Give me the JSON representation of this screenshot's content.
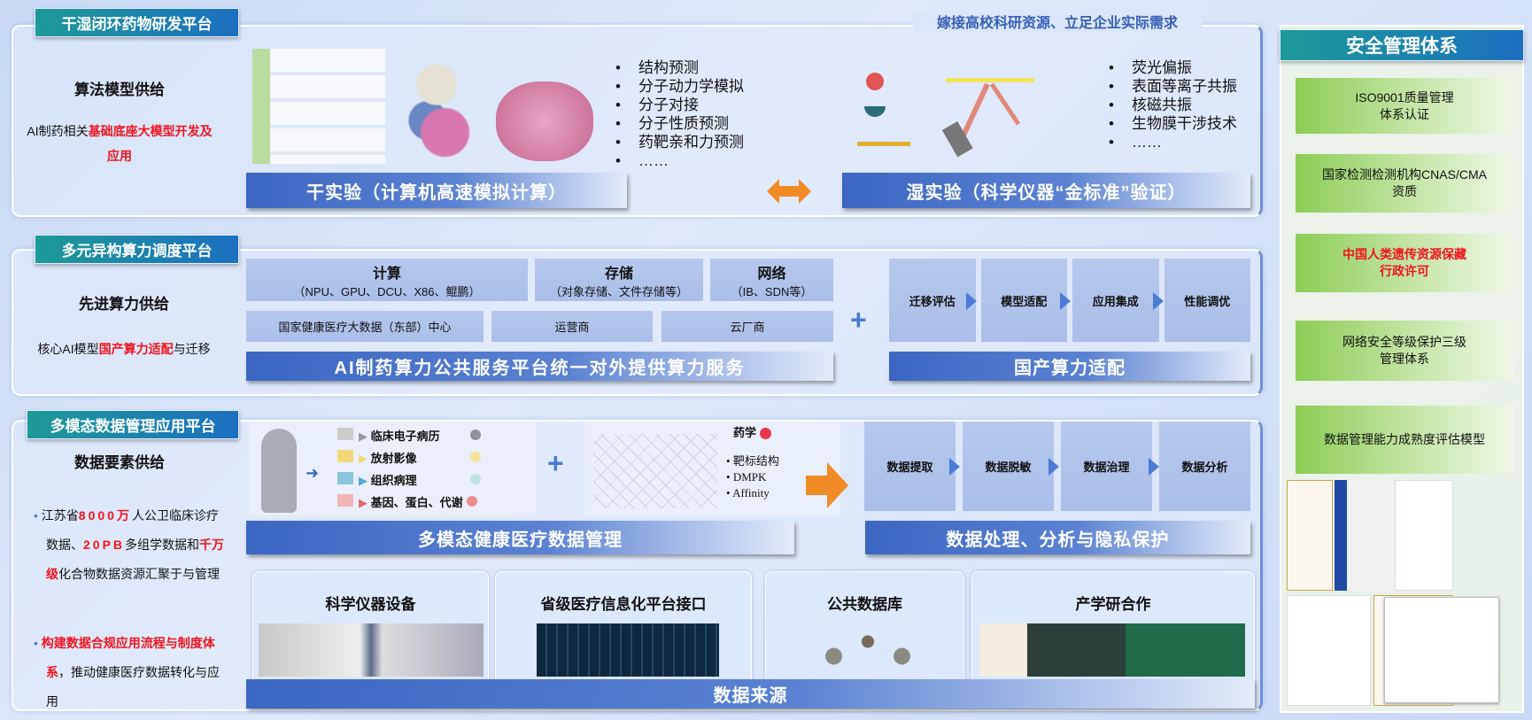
{
  "subtitle": "嫁接高校科研资源、立足企业实际需求",
  "section1": {
    "tab": "干湿闭环药物研发平台",
    "heading": "算法模型供给",
    "desc_prefix": "AI制药相关",
    "desc_highlight": "基础底座大模型开发及应用",
    "dry_bullets": [
      "结构预测",
      "分子动力学模拟",
      "分子对接",
      "分子性质预测",
      "药靶亲和力预测",
      "……"
    ],
    "dry_bar": "干实验（计算机高速模拟计算）",
    "wet_bullets": [
      "荧光偏振",
      "表面等离子共振",
      "核磁共振",
      "生物膜干涉技术",
      "……"
    ],
    "wet_bar": "湿实验（科学仪器“金标准”验证）"
  },
  "section2": {
    "tab": "多元异构算力调度平台",
    "heading": "先进算力供给",
    "desc_prefix": "核心AI模型",
    "desc_highlight": "国产算力适配",
    "desc_suffix": "与迁移",
    "resources": [
      {
        "title": "计算",
        "sub": "（NPU、GPU、DCU、X86、鲲鹏）"
      },
      {
        "title": "存储",
        "sub": "（对象存储、文件存储等）"
      },
      {
        "title": "网络",
        "sub": "（IB、SDN等）"
      }
    ],
    "providers": [
      "国家健康医疗大数据（东部）中心",
      "运营商",
      "云厂商"
    ],
    "left_bar": "AI制药算力公共服务平台统一对外提供算力服务",
    "steps": [
      "迁移评估",
      "模型适配",
      "应用集成",
      "性能调优"
    ],
    "right_bar": "国产算力适配"
  },
  "section3": {
    "tab": "多模态数据管理应用平台",
    "heading": "数据要素供给",
    "bullet1": {
      "p1": "江苏省",
      "h1": "8000万",
      "p2": "人公卫临床诊疗数据、",
      "h2": "20PB",
      "p3": "多组学数据和",
      "h3": "千万级",
      "p4": "化合物数据资源汇聚于与管理"
    },
    "bullet2": {
      "h1": "构建数据合规应用流程与制度体系",
      "p1": "，推动健康医疗数据转化与应用"
    },
    "modalities": [
      "临床电子病历",
      "放射影像",
      "组织病理",
      "基因、蛋白、代谢"
    ],
    "pharma_title": "药学",
    "pharma_items": [
      "靶标结构",
      "DMPK",
      "Affinity"
    ],
    "left_bar": "多模态健康医疗数据管理",
    "steps": [
      "数据提取",
      "数据脱敏",
      "数据治理",
      "数据分析"
    ],
    "right_bar": "数据处理、分析与隐私保护",
    "sources": [
      "科学仪器设备",
      "省级医疗信息化平台接口",
      "公共数据库",
      "产学研合作"
    ],
    "source_bar": "数据来源"
  },
  "security": {
    "title": "安全管理体系",
    "items": [
      {
        "l1": "ISO9001质量管理",
        "l2": "体系认证",
        "red": false
      },
      {
        "l1": "国家检测检测机构CNAS/CMA",
        "l2": "资质",
        "red": false
      },
      {
        "l1": "中国人类遗传资源保藏",
        "l2": "行政许可",
        "red": true
      },
      {
        "l1": "网络安全等级保护三级",
        "l2": "管理体系",
        "red": false
      },
      {
        "l1": "数据管理能力成熟度评估模型",
        "l2": "",
        "red": false
      }
    ]
  },
  "colors": {
    "accent_red": "#f0141e",
    "bar_blue": "#3b66c2",
    "orange": "#f08a24",
    "green": "#8ccc55"
  }
}
